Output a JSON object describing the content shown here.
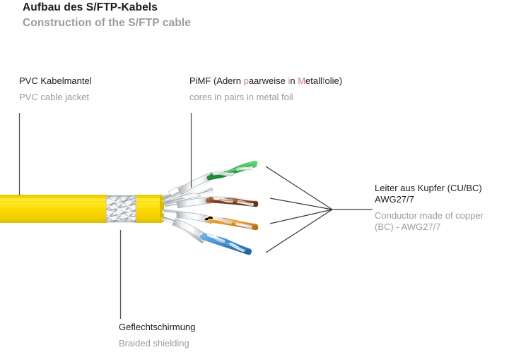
{
  "title": {
    "de": "Aufbau des S/FTP-Kabels",
    "en": "Construction of the S/FTP cable"
  },
  "colors": {
    "title_de": "#1b1b1b",
    "title_en": "#9b9b9b",
    "label_de": "#1b1b1b",
    "label_en": "#9b9b9b",
    "highlight": "#d4788a",
    "jacket_yellow": "#FBDD00",
    "leader_line": "#555555",
    "pair_green": "#2fb84a",
    "pair_brown": "#8a4b2a",
    "pair_orange": "#e8992a",
    "pair_blue": "#3d8fd1",
    "foil_silver": "#d8dadc"
  },
  "callouts": {
    "jacket": {
      "de": "PVC Kabelmantel",
      "en": "PVC cable jacket"
    },
    "pimf": {
      "de_parts": [
        {
          "text": "PiMF (Adern ",
          "highlight": false
        },
        {
          "text": "p",
          "highlight": true
        },
        {
          "text": "aarweise ",
          "highlight": false
        },
        {
          "text": "i",
          "highlight": true
        },
        {
          "text": "n ",
          "highlight": false
        },
        {
          "text": "M",
          "highlight": true
        },
        {
          "text": "etall",
          "highlight": false
        },
        {
          "text": "f",
          "highlight": true
        },
        {
          "text": "olie)",
          "highlight": false
        }
      ],
      "de_plain": "PiMF (Adern paarweise in Metallfolie)",
      "en": "cores in pairs in metal foil"
    },
    "conductor": {
      "de_line1": "Leiter aus Kupfer (CU/BC)",
      "de_line2": "AWG27/7",
      "en_line1": "Conductor made of copper",
      "en_line2": "(BC) - AWG27/7"
    },
    "shielding": {
      "de": "Geflechtschirmung",
      "en": "Braided shielding"
    }
  },
  "cable": {
    "jacket_color": "#FBDD00",
    "pairs": [
      {
        "name": "green-pair",
        "color": "#2fb84a"
      },
      {
        "name": "brown-pair",
        "color": "#8a4b2a"
      },
      {
        "name": "orange-pair",
        "color": "#e8992a"
      },
      {
        "name": "blue-pair",
        "color": "#3d8fd1"
      }
    ],
    "pair_count": 4
  }
}
